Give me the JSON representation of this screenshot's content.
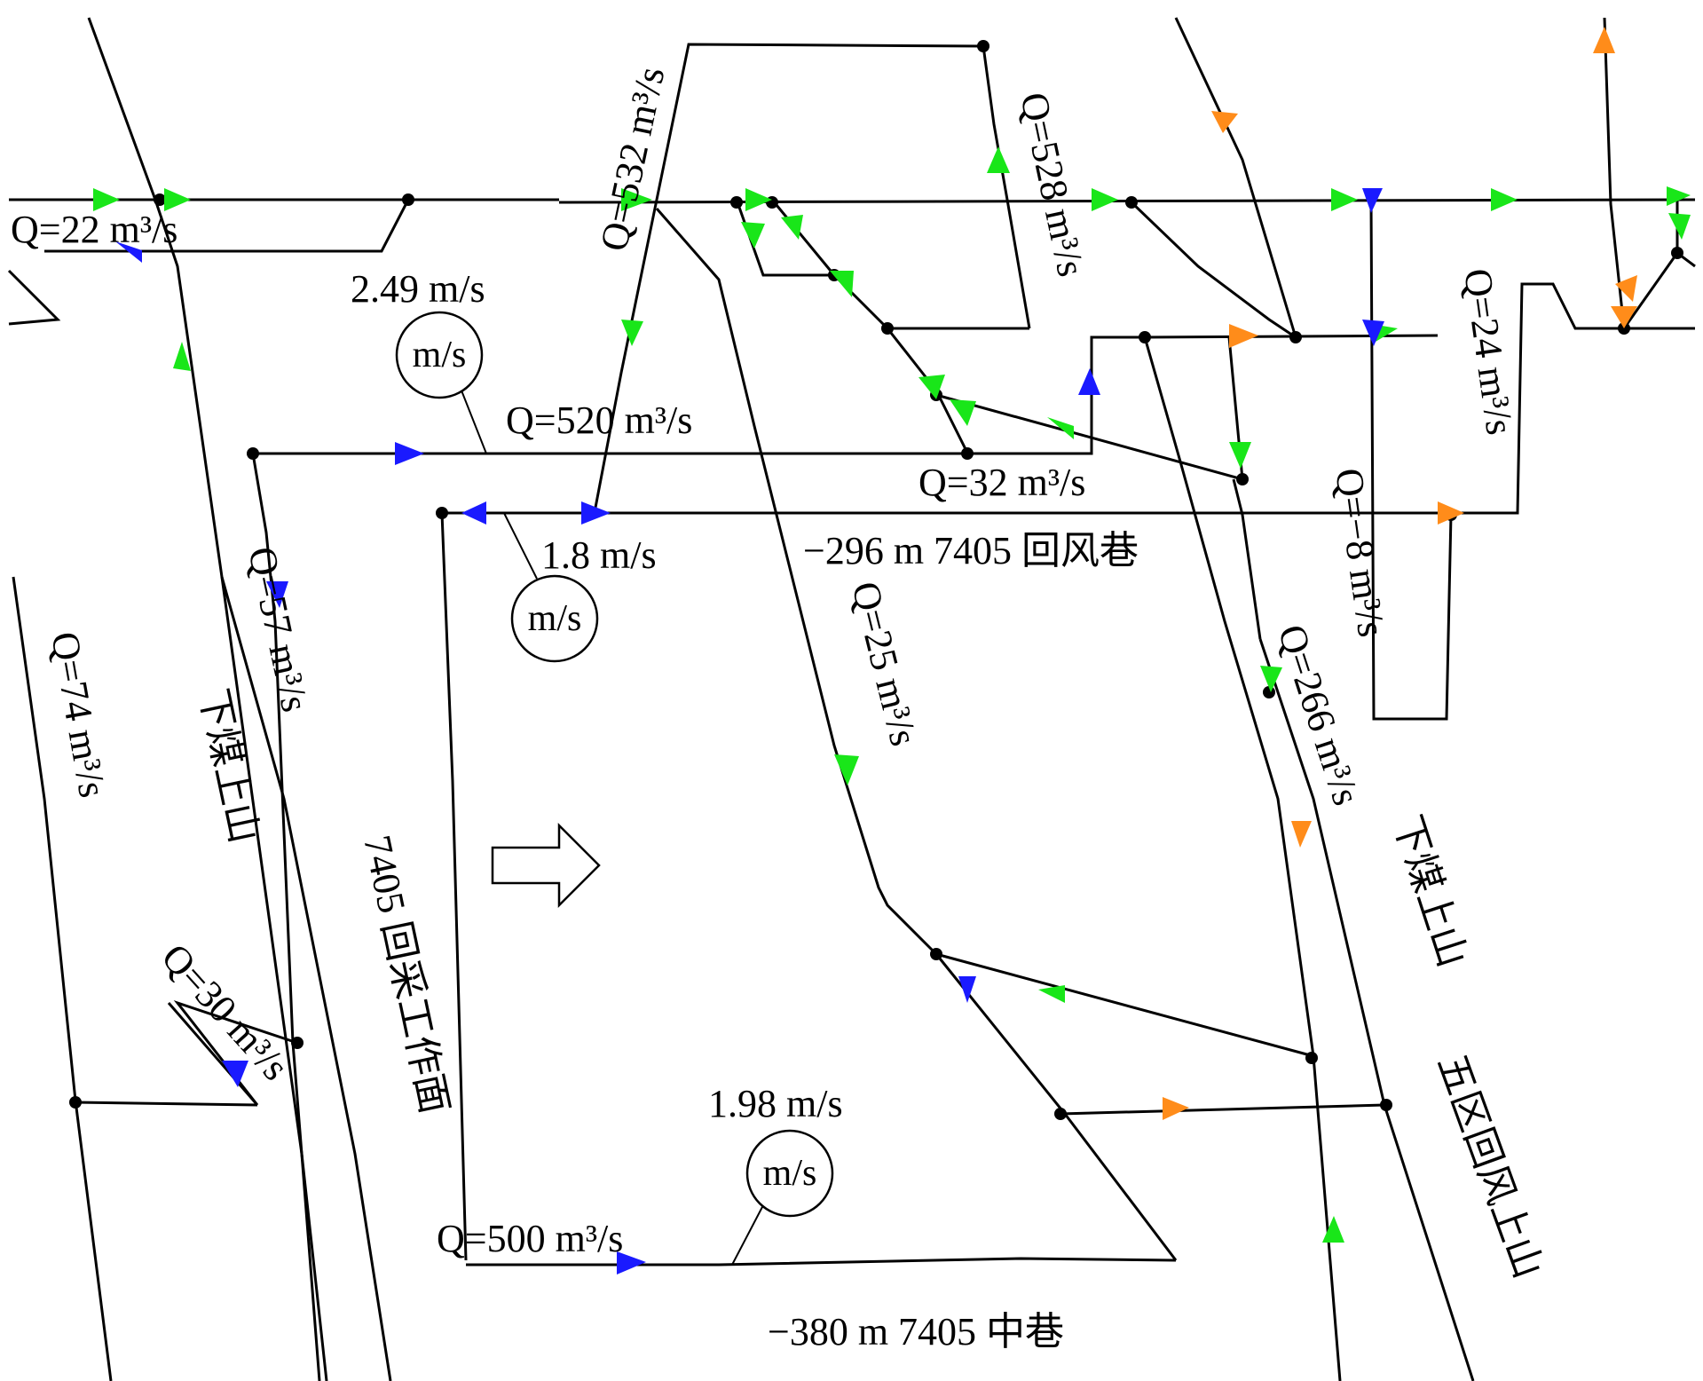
{
  "colors": {
    "line": "#000000",
    "arrow_green": "#19e619",
    "arrow_blue": "#1a1aff",
    "arrow_orange": "#ff8c1a",
    "background": "#ffffff"
  },
  "labels": {
    "q22": "Q=22 m³/s",
    "q532": "Q=532 m³/s",
    "q528": "Q=528 m³/s",
    "q520": "Q=520 m³/s",
    "q32": "Q=32 m³/s",
    "q24": "Q=24 m³/s",
    "q8": "Q=−8 m³/s",
    "q57": "Q=57 m³/s",
    "q25": "Q=25 m³/s",
    "q266": "Q=266 m³/s",
    "q74": "Q=74 m³/s",
    "q30": "Q=30 m³/s",
    "q500": "Q=500 m³/s"
  },
  "gauges": [
    {
      "speed": "2.49 m/s",
      "unit": "m/s"
    },
    {
      "speed": "1.8 m/s",
      "unit": "m/s"
    },
    {
      "speed": "1.98 m/s",
      "unit": "m/s"
    }
  ],
  "roadways": {
    "return_airway_296": "−296 m 7405 回风巷",
    "middle_roadway_380": "−380 m 7405 中巷",
    "lower_coal_uphill_left": "下煤上山",
    "lower_coal_uphill_right": "下煤上山",
    "working_face": "7405 回采工作面",
    "district5_return_uphill": "五区回风上山"
  }
}
